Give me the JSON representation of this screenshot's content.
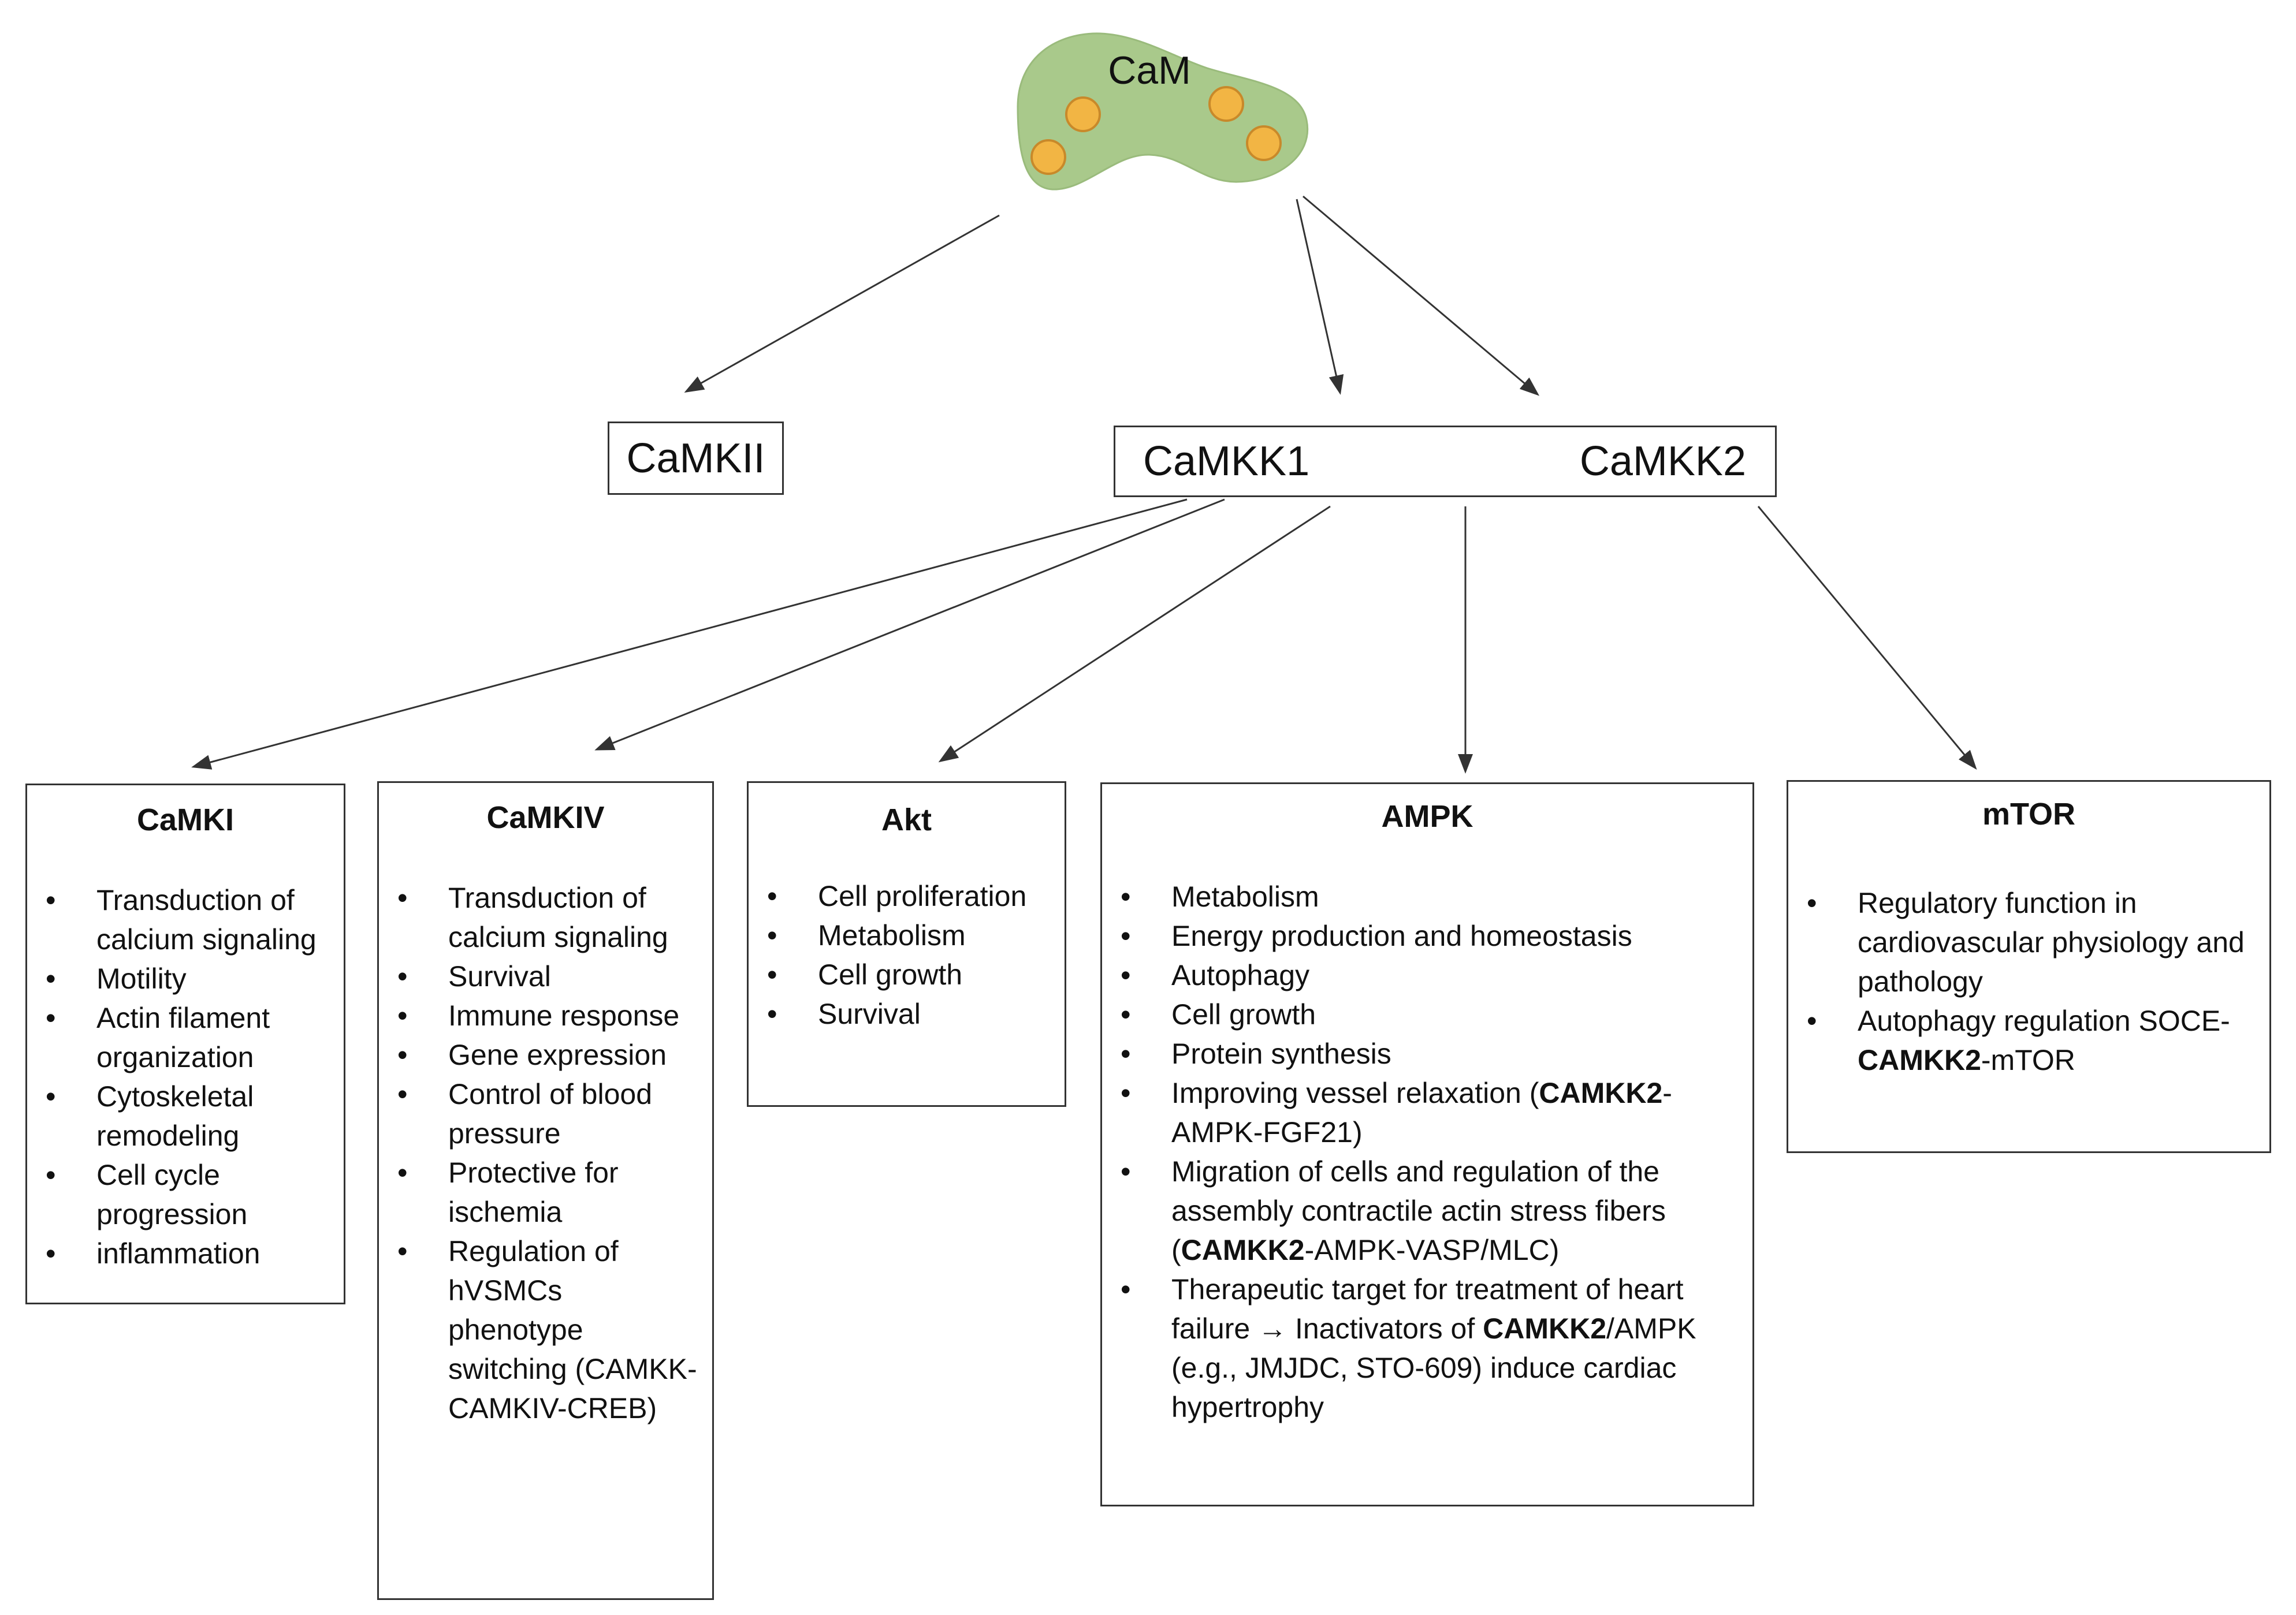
{
  "colors": {
    "cam_fill": "#a9c98b",
    "bead_fill": "#f2b544",
    "line": "#333333"
  },
  "cam": {
    "label": "CaM"
  },
  "kinases": {
    "camkii": "CaMKII",
    "camkk1": "CaMKK1",
    "camkk2": "CaMKK2"
  },
  "targets": [
    {
      "title": "CaMKI",
      "items": [
        [
          "Transduction of calcium signaling"
        ],
        [
          "Motility"
        ],
        [
          "Actin filament organization"
        ],
        [
          "Cytoskeletal remodeling"
        ],
        [
          "Cell cycle progression"
        ],
        [
          "inflammation"
        ]
      ]
    },
    {
      "title": "CaMKIV",
      "items": [
        [
          "Transduction of calcium signaling"
        ],
        [
          "Survival"
        ],
        [
          "Immune response"
        ],
        [
          "Gene expression"
        ],
        [
          "Control of blood pressure"
        ],
        [
          "Protective for ischemia"
        ],
        [
          "Regulation of hVSMCs phenotype switching (CAMKK-CAMKIV-CREB)"
        ]
      ]
    },
    {
      "title": "Akt",
      "items": [
        [
          "Cell proliferation"
        ],
        [
          "Metabolism"
        ],
        [
          "Cell growth"
        ],
        [
          "Survival"
        ]
      ]
    },
    {
      "title": "AMPK",
      "items": [
        [
          "Metabolism"
        ],
        [
          "Energy production and homeostasis"
        ],
        [
          "Autophagy"
        ],
        [
          "Cell growth"
        ],
        [
          "Protein synthesis"
        ],
        [
          "Improving vessel relaxation (",
          {
            "b": "CAMKK2"
          },
          "-AMPK-FGF21)"
        ],
        [
          "Migration of cells and regulation of the assembly contractile actin stress fibers (",
          {
            "b": "CAMKK2"
          },
          "-AMPK-VASP/MLC)"
        ],
        [
          "Therapeutic target for treatment of heart failure → Inactivators of ",
          {
            "b": "CAMKK2"
          },
          "/AMPK (e.g., JMJDC, STO-609) induce cardiac hypertrophy"
        ]
      ]
    },
    {
      "title": "mTOR",
      "items": [
        [
          "Regulatory function in cardiovascular physiology and pathology"
        ],
        [
          "Autophagy regulation SOCE-",
          {
            "b": "CAMKK2"
          },
          "-mTOR"
        ]
      ]
    }
  ]
}
